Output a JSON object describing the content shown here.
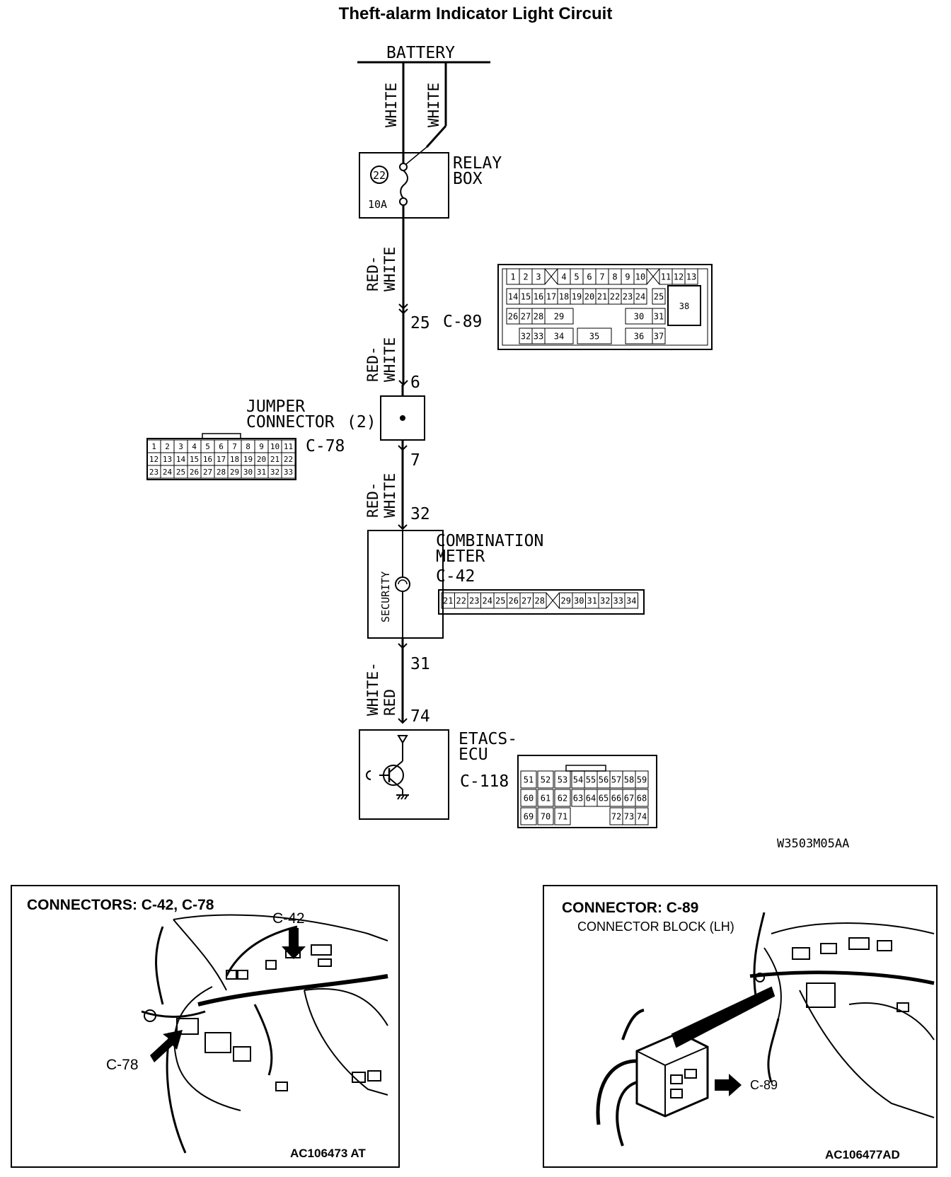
{
  "title": "Theft-alarm Indicator Light Circuit",
  "power": {
    "label": "BATTERY",
    "wire_left": "WHITE",
    "wire_right": "WHITE"
  },
  "relay_box": {
    "label_line1": "RELAY",
    "label_line2": "BOX",
    "fuse_number": "22",
    "fuse_rating": "10A"
  },
  "wires": {
    "w1_line1": "RED-",
    "w1_line2": "WHITE",
    "w2_line1": "RED-",
    "w2_line2": "WHITE",
    "w3_line1": "RED-",
    "w3_line2": "WHITE",
    "w4_line1": "WHITE-",
    "w4_line2": "RED"
  },
  "pins": {
    "c89_pin": "25",
    "jumper_in": "6",
    "jumper_out": "7",
    "meter_in": "32",
    "meter_out": "31",
    "ecu_in": "74"
  },
  "c89": {
    "id": "C-89",
    "row1": [
      "1",
      "2",
      "3",
      "4",
      "5",
      "6",
      "7",
      "8",
      "9",
      "10",
      "11",
      "12",
      "13"
    ],
    "row2": [
      "14",
      "15",
      "16",
      "17",
      "18",
      "19",
      "20",
      "21",
      "22",
      "23",
      "24",
      "25"
    ],
    "row3": [
      "26",
      "27",
      "28",
      "29",
      "30",
      "31"
    ],
    "row4": [
      "32",
      "33",
      "34",
      "35",
      "36",
      "37"
    ],
    "big": "38"
  },
  "jumper": {
    "label_line1": "JUMPER",
    "label_line2": "CONNECTOR",
    "label_suffix": "(2)",
    "id": "C-78",
    "row1": [
      "1",
      "2",
      "3",
      "4",
      "5",
      "6",
      "7",
      "8",
      "9",
      "10",
      "11"
    ],
    "row2": [
      "12",
      "13",
      "14",
      "15",
      "16",
      "17",
      "18",
      "19",
      "20",
      "21",
      "22"
    ],
    "row3": [
      "23",
      "24",
      "25",
      "26",
      "27",
      "28",
      "29",
      "30",
      "31",
      "32",
      "33"
    ]
  },
  "meter": {
    "label_line1": "COMBINATION",
    "label_line2": "METER",
    "id": "C-42",
    "lamp_label": "SECURITY",
    "pins": [
      "21",
      "22",
      "23",
      "24",
      "25",
      "26",
      "27",
      "28",
      "29",
      "30",
      "31",
      "32",
      "33",
      "34"
    ]
  },
  "ecu": {
    "label_line1": "ETACS-",
    "label_line2": "ECU",
    "id": "C-118",
    "row1": [
      "51",
      "52",
      "53",
      "54",
      "55",
      "56",
      "57",
      "58",
      "59"
    ],
    "row2": [
      "60",
      "61",
      "62",
      "63",
      "64",
      "65",
      "66",
      "67",
      "68"
    ],
    "row3": [
      "69",
      "70",
      "71",
      "72",
      "73",
      "74"
    ]
  },
  "drawing_code": "W3503M05AA",
  "panel_left": {
    "heading": "CONNECTORS: C-42, C-78",
    "callout_1": "C-42",
    "callout_2": "C-78",
    "code": "AC106473 AT"
  },
  "panel_right": {
    "heading": "CONNECTOR: C-89",
    "subheading": "CONNECTOR BLOCK (LH)",
    "callout_1": "C-89",
    "code": "AC106477AD"
  },
  "colors": {
    "ink": "#000000",
    "paper": "#ffffff"
  }
}
